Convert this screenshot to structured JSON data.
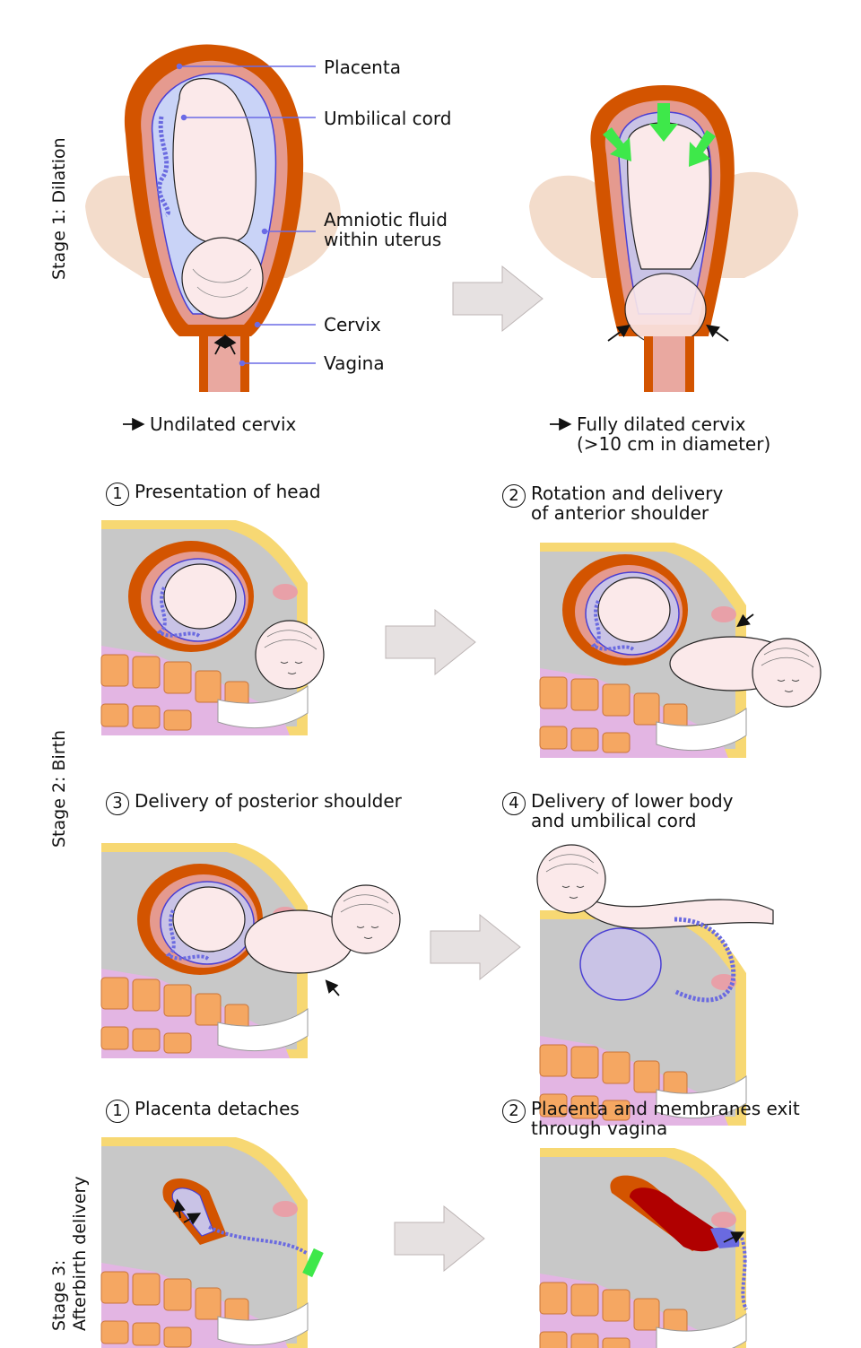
{
  "stage_labels": {
    "stage1": "Stage 1: Dilation",
    "stage2": "Stage 2: Birth",
    "stage3_line1": "Stage 3:",
    "stage3_line2": "Afterbirth delivery"
  },
  "anatomy_labels": {
    "placenta": "Placenta",
    "umbilical_cord": "Umbilical cord",
    "amniotic_fluid": "Amniotic fluid\nwithin uterus",
    "cervix": "Cervix",
    "vagina": "Vagina"
  },
  "captions": {
    "undilated": "Undilated cervix",
    "dilated": "Fully dilated cervix\n(>10 cm in diameter)"
  },
  "steps": {
    "birth_1": {
      "num": "1",
      "text": "Presentation of head"
    },
    "birth_2": {
      "num": "2",
      "text": "Rotation and delivery\nof anterior shoulder"
    },
    "birth_3": {
      "num": "3",
      "text": "Delivery of posterior shoulder"
    },
    "birth_4": {
      "num": "4",
      "text": "Delivery of lower body\nand umbilical cord"
    },
    "after_1": {
      "num": "1",
      "text": "Placenta detaches"
    },
    "after_2": {
      "num": "2",
      "text": "Placenta and membranes exit\nthrough vagina"
    }
  },
  "colors": {
    "uterus_wall": "#d35400",
    "amniotic": "#c9d3f7",
    "fetus_skin": "#fbe9ea",
    "cord": "#6a6ae0",
    "pelvis": "#f3dccb",
    "bone": "#f5a762",
    "fat": "#f7d873",
    "arrow_fill": "#e6e1e1",
    "contraction": "#3ee84a",
    "placenta_dark": "#b00000"
  }
}
